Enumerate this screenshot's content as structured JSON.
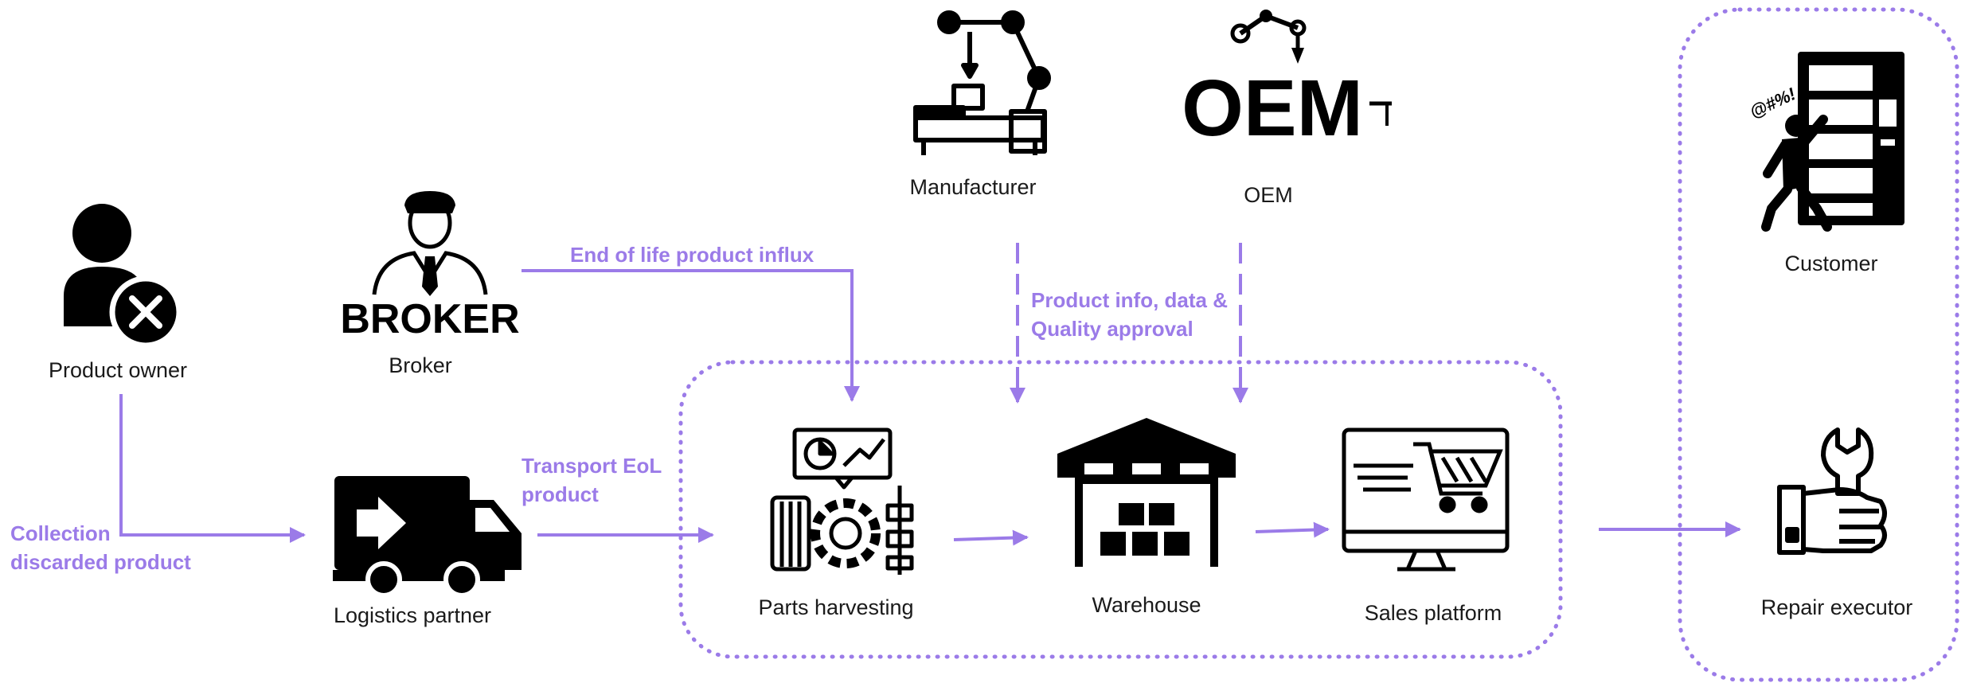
{
  "colors": {
    "accent": "#9b7be8",
    "icon": "#000000",
    "text": "#1a1a1a",
    "background": "#ffffff"
  },
  "actors": {
    "product_owner": {
      "label": "Product owner",
      "icon": "person-remove-icon"
    },
    "broker": {
      "label": "Broker",
      "icon": "broker-icon",
      "icon_text": "BROKER"
    },
    "logistics_partner": {
      "label": "Logistics partner",
      "icon": "delivery-truck-icon"
    },
    "manufacturer": {
      "label": "Manufacturer",
      "icon": "robotic-arm-factory-icon"
    },
    "oem": {
      "label": "OEM",
      "icon": "oem-logo-icon",
      "icon_text": "OEM"
    },
    "parts_harvesting": {
      "label": "Parts harvesting",
      "icon": "parts-harvesting-icon"
    },
    "warehouse": {
      "label": "Warehouse",
      "icon": "warehouse-icon"
    },
    "sales_platform": {
      "label": "Sales platform",
      "icon": "online-shop-monitor-icon"
    },
    "customer": {
      "label": "Customer",
      "icon": "angry-customer-vending-machine-icon",
      "icon_text": "@#%!"
    },
    "repair_executor": {
      "label": "Repair executor",
      "icon": "wrench-hand-icon"
    }
  },
  "flows": {
    "collection": {
      "line1": "Collection",
      "line2": "discarded product"
    },
    "eol_influx": {
      "label": "End of life product influx"
    },
    "product_info": {
      "line1": "Product info, data &",
      "line2": "Quality approval"
    },
    "transport": {
      "line1": "Transport EoL",
      "line2": "product"
    }
  }
}
